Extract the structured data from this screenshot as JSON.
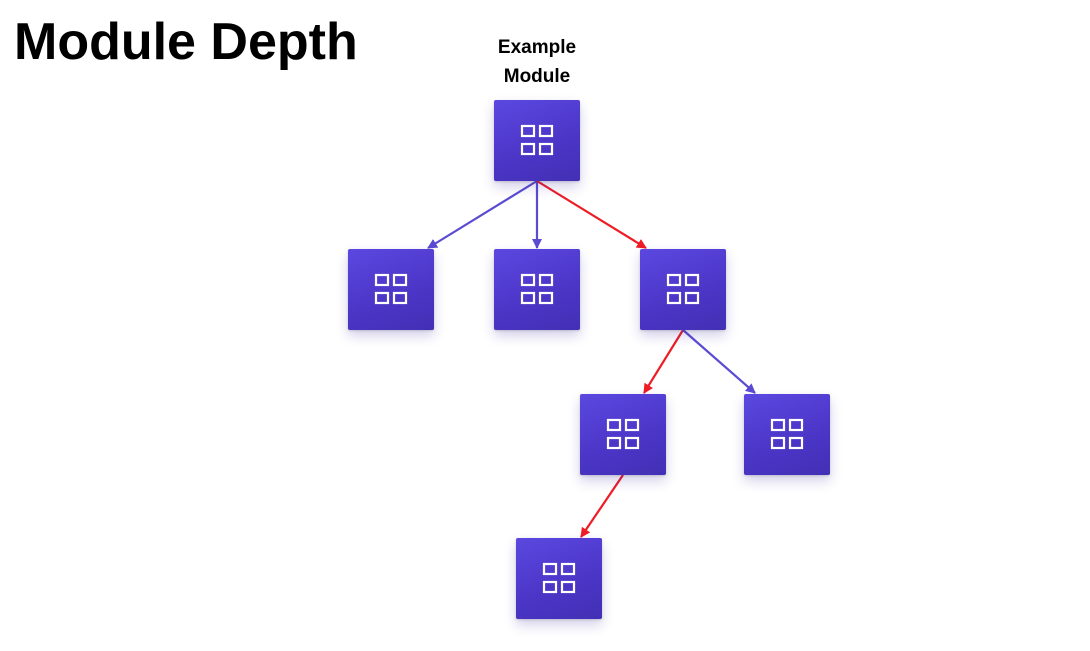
{
  "title": "Module Depth",
  "root_label": "Example Module",
  "colors": {
    "node_fill": "#4a35c6",
    "normal_edge": "#5a4bd1",
    "highlighted_edge": "#ee1c25",
    "icon_stroke": "#ffffff"
  },
  "nodes": [
    {
      "id": "root",
      "icon": "modules-grid-icon"
    },
    {
      "id": "child-left",
      "icon": "modules-grid-icon"
    },
    {
      "id": "child-middle",
      "icon": "modules-grid-icon"
    },
    {
      "id": "child-right",
      "icon": "modules-grid-icon"
    },
    {
      "id": "grandchild-left",
      "icon": "modules-grid-icon"
    },
    {
      "id": "grandchild-right",
      "icon": "modules-grid-icon"
    },
    {
      "id": "great-grandchild",
      "icon": "modules-grid-icon"
    }
  ],
  "edges": [
    {
      "from": "root",
      "to": "child-left",
      "highlighted": false
    },
    {
      "from": "root",
      "to": "child-middle",
      "highlighted": false
    },
    {
      "from": "root",
      "to": "child-right",
      "highlighted": true
    },
    {
      "from": "child-right",
      "to": "grandchild-left",
      "highlighted": true
    },
    {
      "from": "child-right",
      "to": "grandchild-right",
      "highlighted": false
    },
    {
      "from": "grandchild-left",
      "to": "great-grandchild",
      "highlighted": true
    }
  ]
}
